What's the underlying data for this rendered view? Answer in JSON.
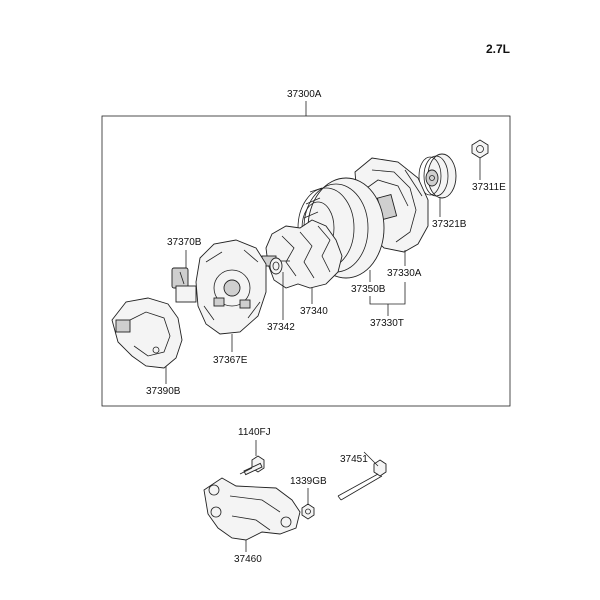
{
  "engine": "2.7L",
  "parts": {
    "assembly": "37300A",
    "nut": "37311E",
    "pulley": "37321B",
    "front_bracket": "37330A",
    "stator": "37350B",
    "stator_group": "37330T",
    "rotor": "37340",
    "bearing": "37342",
    "regulator": "37370B",
    "rectifier": "37367E",
    "rear_cover": "37390B",
    "bolt": "1140FJ",
    "long_bolt": "37451",
    "bolt_nut": "1339GB",
    "mount_bracket": "37460"
  }
}
